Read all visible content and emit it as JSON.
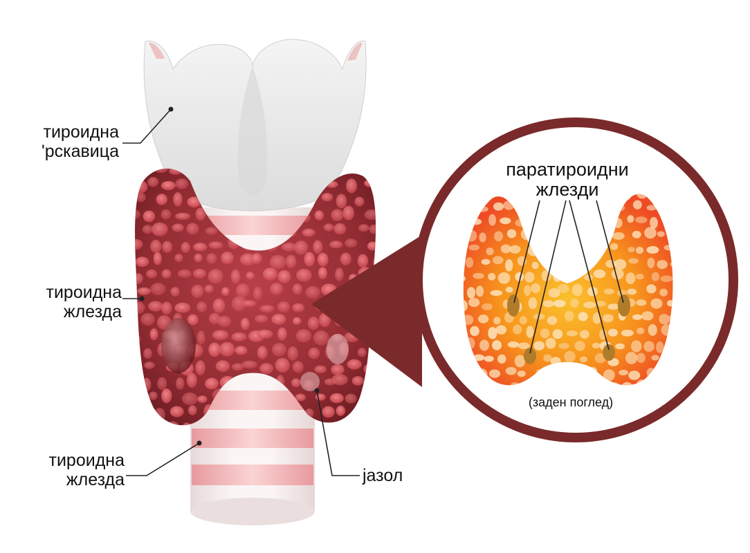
{
  "colors": {
    "thyroid_main": "#8e2a30",
    "thyroid_highlight": "#e8656b",
    "cartilage": "#e7e7e7",
    "trachea_ring": "#f7cfcf",
    "circle_border": "#7a2a2a",
    "parathyroid_outer": "#f15a22",
    "parathyroid_inner": "#f7a21c"
  },
  "labels": {
    "thyroid_cartilage": [
      "тироидна",
      "'рскавица"
    ],
    "thyroid_gland_1": [
      "тироидна",
      "жлезда"
    ],
    "thyroid_gland_2": [
      "тироидна",
      "жлезда"
    ],
    "nodule": "јазол",
    "parathyroid": [
      "паратироидни",
      "жлезди"
    ],
    "back_view": "(заден поглед)"
  }
}
